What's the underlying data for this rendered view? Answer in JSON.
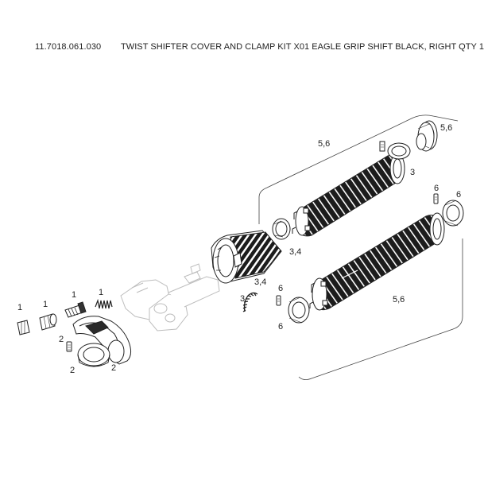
{
  "header": {
    "part_number": "11.7018.061.030",
    "title": "TWIST SHIFTER COVER AND CLAMP KIT X01 EAGLE GRIP SHIFT BLACK, RIGHT QTY 1"
  },
  "callouts": {
    "c1a": "1",
    "c1b": "1",
    "c1c": "1",
    "c1d": "1",
    "c2a": "2",
    "c2b": "2",
    "c2c": "2",
    "c3a": "3",
    "c3b": "3",
    "c34a": "3,4",
    "c34b": "3,4",
    "c56a": "5,6",
    "c56b": "5,6",
    "c56c": "5,6",
    "c6a": "6",
    "c6b": "6",
    "c6c": "6",
    "c6d": "6"
  },
  "colors": {
    "line": "#222222",
    "ghost": "#bdbdbd",
    "grip": "#1c1c1c"
  }
}
